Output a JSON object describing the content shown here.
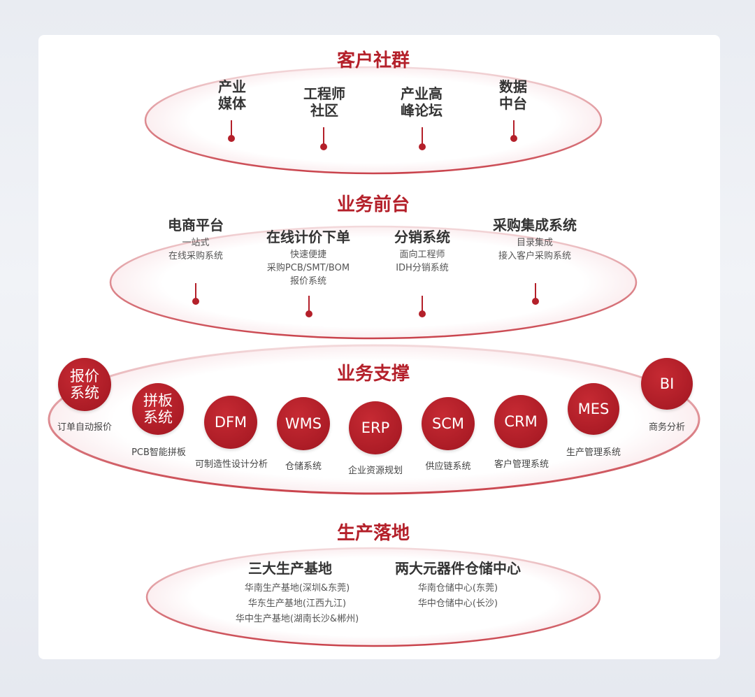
{
  "community": {
    "title": "客户社群",
    "items": [
      {
        "line1": "产业",
        "line2": "媒体"
      },
      {
        "line1": "工程师",
        "line2": "社区"
      },
      {
        "line1": "产业高",
        "line2": "峰论坛"
      },
      {
        "line1": "数据",
        "line2": "中台"
      }
    ]
  },
  "front": {
    "title": "业务前台",
    "items": [
      {
        "title": "电商平台",
        "subs": [
          "一站式",
          "在线采购系统"
        ]
      },
      {
        "title": "在线计价下单",
        "subs": [
          "快速便捷",
          "采购PCB/SMT/BOM",
          "报价系统"
        ]
      },
      {
        "title": "分销系统",
        "subs": [
          "面向工程师",
          "IDH分销系统"
        ]
      },
      {
        "title": "采购集成系统",
        "subs": [
          "目录集成",
          "接入客户采购系统"
        ]
      }
    ]
  },
  "support": {
    "title": "业务支撑",
    "systems": [
      {
        "line1": "报价",
        "line2": "系统",
        "caption": "订单自动报价"
      },
      {
        "line1": "拼板",
        "line2": "系统",
        "caption": "PCB智能拼板"
      },
      {
        "line1": "DFM",
        "line2": "",
        "caption": "可制造性设计分析"
      },
      {
        "line1": "WMS",
        "line2": "",
        "caption": "仓储系统"
      },
      {
        "line1": "ERP",
        "line2": "",
        "caption": "企业资源规划"
      },
      {
        "line1": "SCM",
        "line2": "",
        "caption": "供应链系统"
      },
      {
        "line1": "CRM",
        "line2": "",
        "caption": "客户管理系统"
      },
      {
        "line1": "MES",
        "line2": "",
        "caption": "生产管理系统"
      },
      {
        "line1": "BI",
        "line2": "",
        "caption": "商务分析"
      }
    ]
  },
  "production": {
    "title": "生产落地",
    "groups": [
      {
        "title": "三大生产基地",
        "subs": [
          "华南生产基地(深圳&东莞)",
          "华东生产基地(江西九江)",
          "华中生产基地(湖南长沙&郴州)"
        ]
      },
      {
        "title": "两大元器件仓储中心",
        "subs": [
          "华南仓储中心(东莞)",
          "华中仓储中心(长沙)"
        ]
      }
    ]
  },
  "colors": {
    "accent": "#b4202a",
    "ring": "#e7b9bd"
  }
}
